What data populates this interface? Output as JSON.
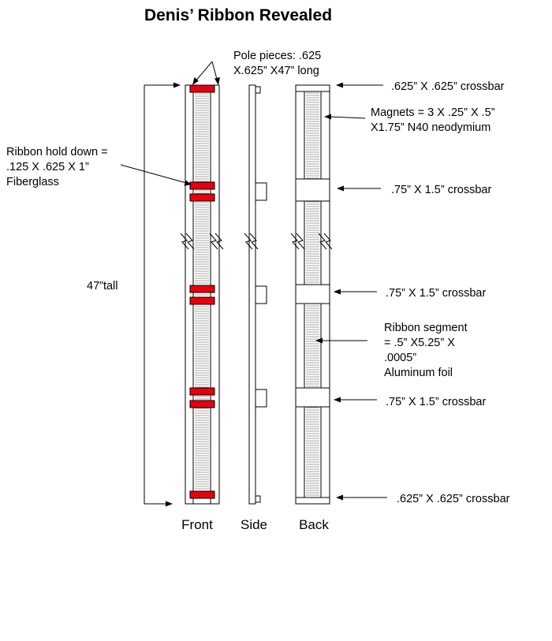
{
  "title": "Denis’ Ribbon Revealed",
  "labels": {
    "pole_pieces": [
      "Pole pieces: .625",
      "X.625” X47” long"
    ],
    "hold_down": [
      "Ribbon hold down =",
      ".125 X .625 X 1”",
      "Fiberglass"
    ],
    "height": "47”tall",
    "top_crossbar": ".625” X .625” crossbar",
    "magnets": [
      "Magnets = 3 X .25” X .5”",
      "X1.75” N40 neodymium"
    ],
    "crossbar_1": ".75” X 1.5” crossbar",
    "crossbar_2": ".75” X 1.5” crossbar",
    "ribbon_segment": [
      "Ribbon segment",
      "= .5” X5.25” X",
      ".0005”",
      "Aluminum foil"
    ],
    "crossbar_3": ".75” X 1.5” crossbar",
    "bottom_crossbar": ".625” X .625” crossbar"
  },
  "views": {
    "front": "Front",
    "side": "Side",
    "back": "Back"
  },
  "colors": {
    "pole_piece": "#e8000d",
    "line": "#000000",
    "background": "#ffffff"
  }
}
